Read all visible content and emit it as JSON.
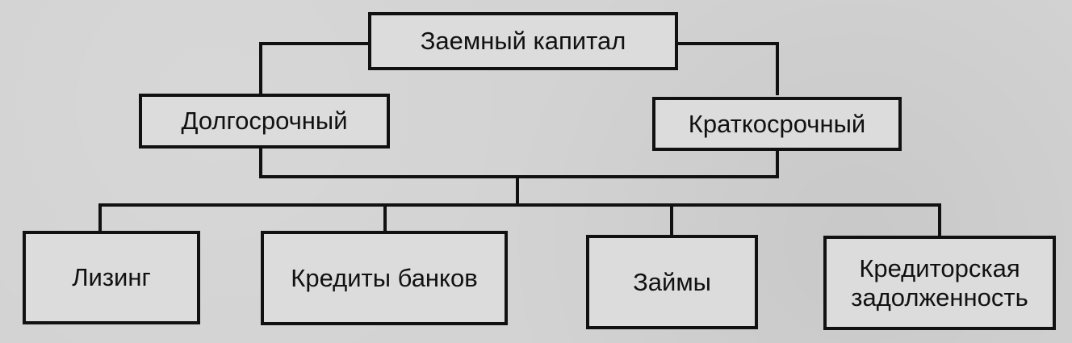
{
  "diagram": {
    "root": "Заемный капитал",
    "level_one": {
      "left": "Долгосрочный",
      "right": "Краткосрочный"
    },
    "items": [
      "Лизинг",
      "Кредиты банков",
      "Займы",
      "Кредиторская\nзадолженность"
    ]
  },
  "colors": {
    "background": "#d3d3d3",
    "box_fill": "#dcdcdc",
    "line": "#111111"
  }
}
